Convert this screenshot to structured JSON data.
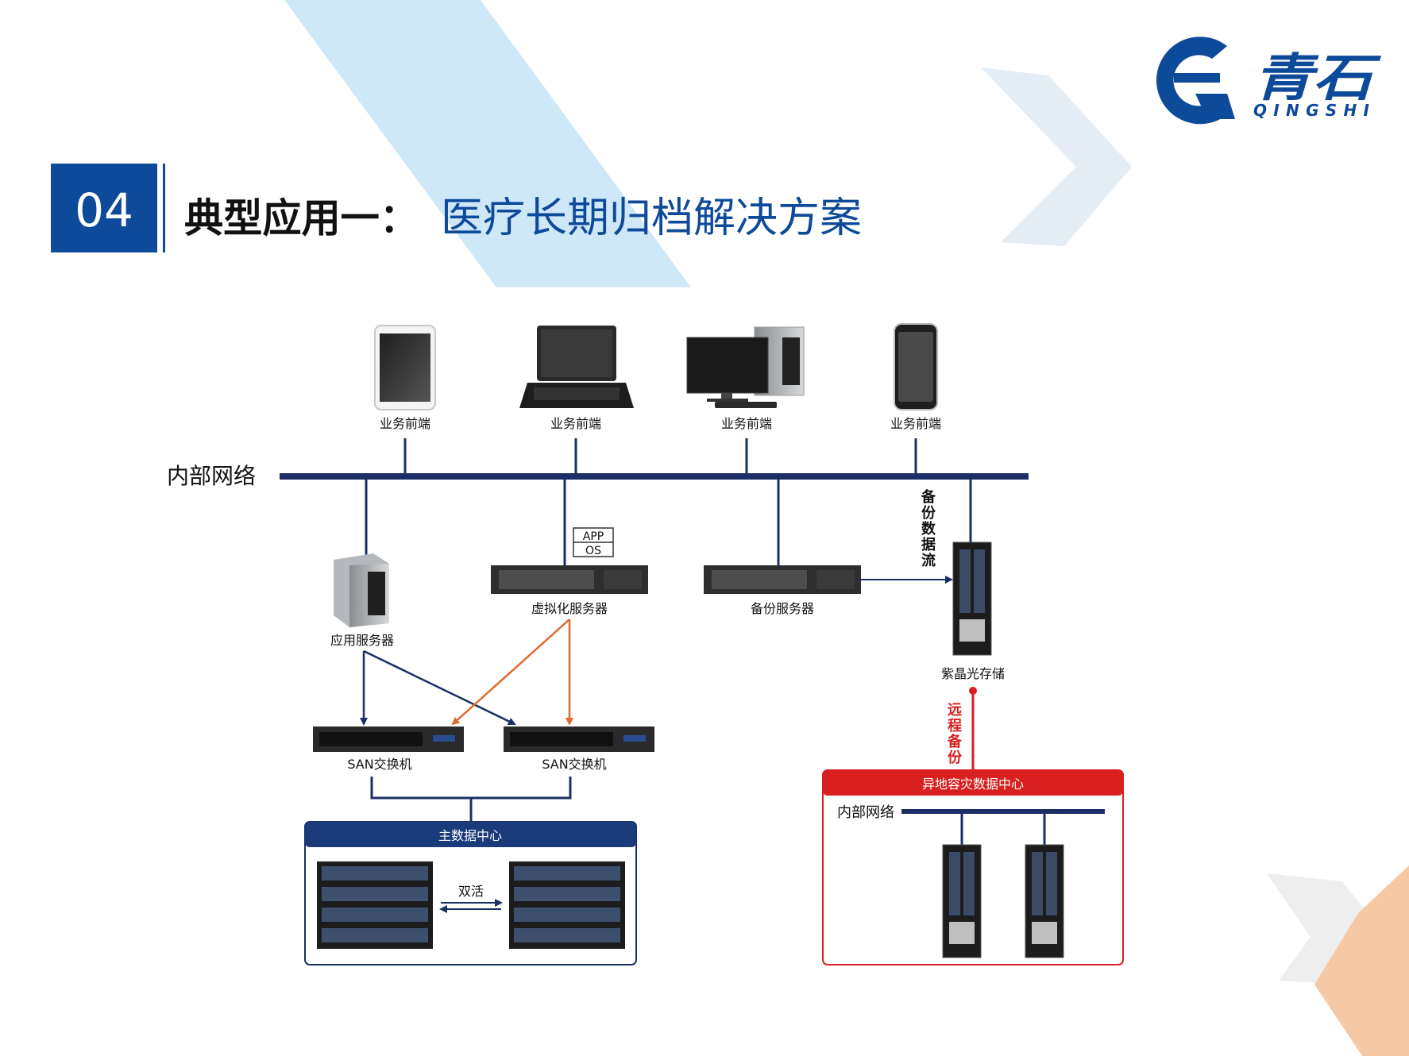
{
  "brand": {
    "name_cn": "青石",
    "name_en": "QINGSHI",
    "colors": {
      "primary": "#0d4a9a",
      "accent_red": "#d82020",
      "accent_orange": "#e06a2c",
      "line_navy": "#1b2f66"
    }
  },
  "header": {
    "section_number": "04",
    "title_prefix": "典型应用一：",
    "title_main": "医疗长期归档解决方案"
  },
  "diagram": {
    "internal_network_label": "内部网络",
    "front_ends": [
      {
        "device": "tablet-icon",
        "label": "业务前端"
      },
      {
        "device": "laptop-icon",
        "label": "业务前端"
      },
      {
        "device": "desktop-icon",
        "label": "业务前端"
      },
      {
        "device": "phone-icon",
        "label": "业务前端"
      }
    ],
    "app_server_label": "应用服务器",
    "virtual_server_label": "虚拟化服务器",
    "vm_app_label": "APP",
    "vm_os_label": "OS",
    "backup_server_label": "备份服务器",
    "backup_flow_label": "备份数据流",
    "optical_storage_label": "紫晶光存储",
    "remote_backup_label": "远程备份",
    "san_switches": [
      {
        "label": "SAN交换机"
      },
      {
        "label": "SAN交换机"
      }
    ],
    "main_dc": {
      "title": "主数据中心",
      "active_active_label": "双活"
    },
    "remote_dc": {
      "title": "异地容灾数据中心",
      "network_label": "内部网络"
    }
  }
}
